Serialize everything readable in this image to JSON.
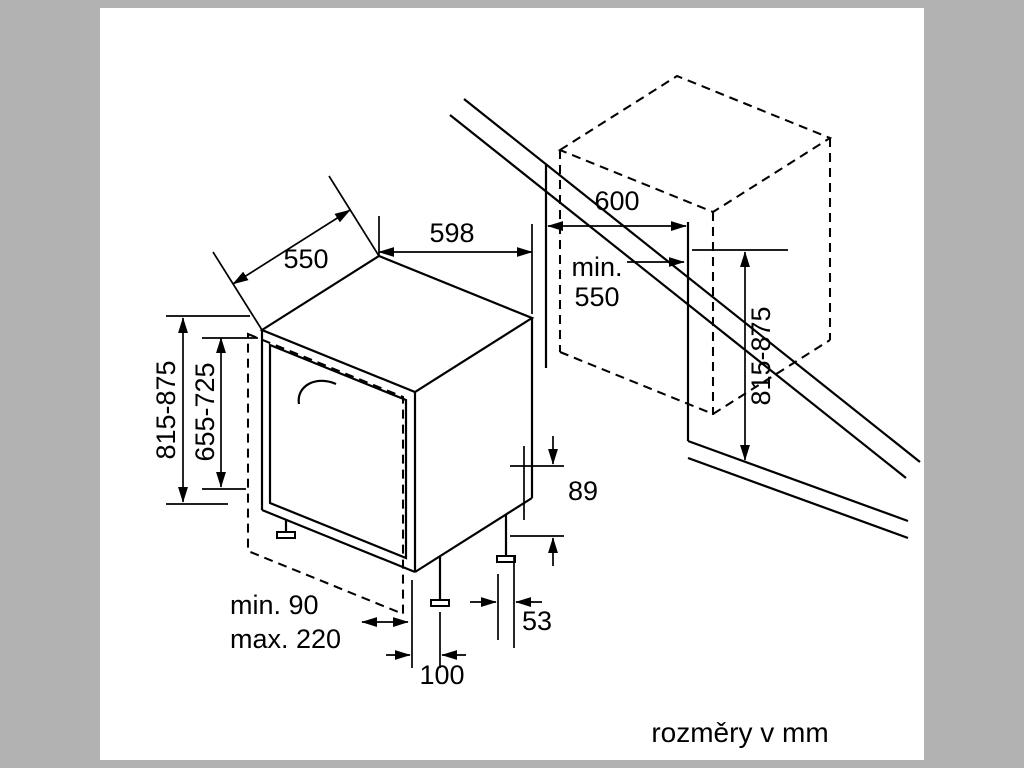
{
  "colors": {
    "line": "#000000",
    "paper": "#ffffff",
    "frame": "#b2b2b2"
  },
  "caption": "rozměry v mm",
  "dimensions": {
    "top_depth": "550",
    "width": "598",
    "counter_depth": "600",
    "niche_depth_prefix": "min.",
    "niche_depth_value": "550",
    "niche_height": "815-875",
    "appliance_height": "815-875",
    "door_panel_height": "655-725",
    "rear_base_height": "89",
    "rear_foot_depth": "53",
    "front_foot_distance": "100",
    "plinth_min": "min. 90",
    "plinth_max": "max. 220"
  }
}
